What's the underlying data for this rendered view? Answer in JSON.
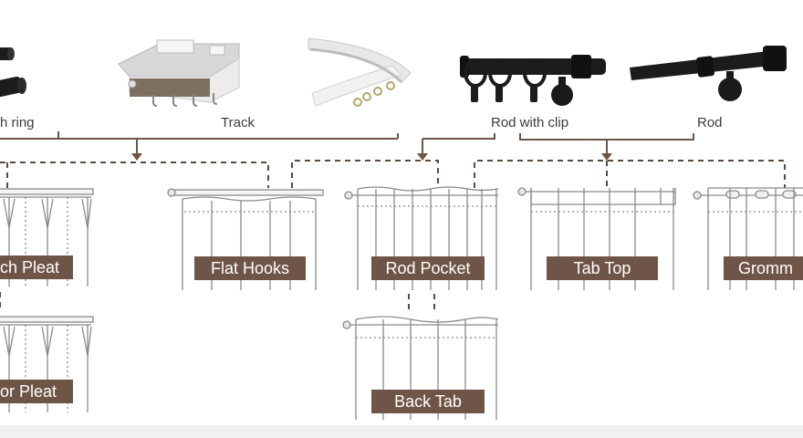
{
  "colors": {
    "connector": "#6f5547",
    "tag_bg": "#6f5547",
    "tag_text": "#ffffff",
    "drawing_line": "#8a8a8a",
    "hardware_dark": "#1c1c1c",
    "track_light": "#e8e8e8"
  },
  "hardware": {
    "ring": {
      "label": "h ring",
      "icon": "rod-with-ring-icon"
    },
    "track": {
      "label": "Track",
      "icon": "track-icon"
    },
    "curved": {
      "icon": "curved-track-icon"
    },
    "rod_clip": {
      "label": "Rod with clip",
      "icon": "rod-with-clip-icon"
    },
    "rod": {
      "label": "Rod",
      "icon": "rod-icon"
    }
  },
  "headings": {
    "pinch": {
      "label": "ch Pleat",
      "icon": "pinch-pleat-curtain-icon"
    },
    "flat": {
      "label": "Flat Hooks",
      "icon": "flat-hooks-curtain-icon"
    },
    "pocket": {
      "label": "Rod Pocket",
      "icon": "rod-pocket-curtain-icon"
    },
    "tabtop": {
      "label": "Tab Top",
      "icon": "tab-top-curtain-icon"
    },
    "grommet": {
      "label": "Gromm",
      "icon": "grommet-curtain-icon"
    },
    "tailor": {
      "label": "or Pleat",
      "icon": "tailor-pleat-curtain-icon"
    },
    "backtab": {
      "label": "Back Tab",
      "icon": "back-tab-curtain-icon"
    }
  }
}
